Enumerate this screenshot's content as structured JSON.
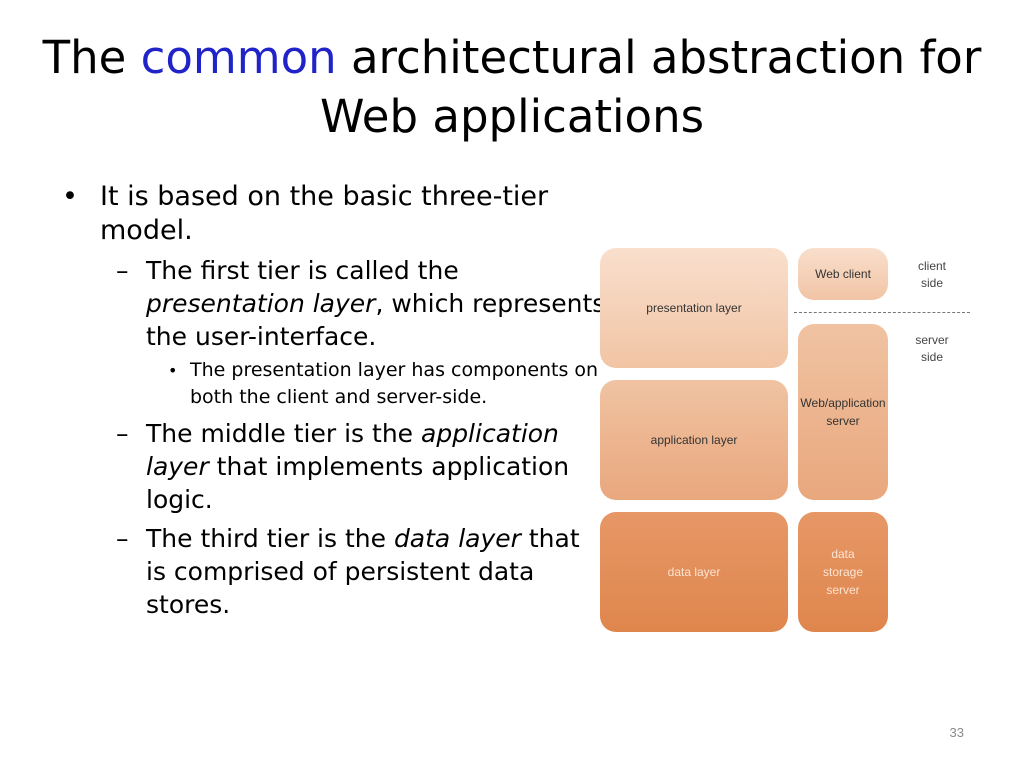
{
  "slide": {
    "title_pre": "The ",
    "title_accent": "common",
    "title_post": " architectural abstraction for Web applications",
    "page_number": "33"
  },
  "bullets": {
    "main": "It is based on the basic three-tier  model.",
    "tier1_pre": "The first tier is called the ",
    "tier1_em": "presentation layer",
    "tier1_post": ", which represents the user-interface.",
    "tier1_sub": "The presentation layer has components on both the client and server-side.",
    "tier2_pre": "The middle tier is the ",
    "tier2_em": "application layer",
    "tier2_post": " that implements application logic.",
    "tier3_pre": "The third tier is the ",
    "tier3_em": "data layer",
    "tier3_post": " that is comprised of persistent data stores."
  },
  "diagram": {
    "presentation_layer": "presentation layer",
    "application_layer": "application layer",
    "data_layer": "data layer",
    "web_client": "Web client",
    "web_app_server_line1": "Web/application",
    "web_app_server_line2": "server",
    "data_storage_line1": "data",
    "data_storage_line2": "storage",
    "data_storage_line3": "server",
    "client_side_line1": "client",
    "client_side_line2": "side",
    "server_side_line1": "server",
    "server_side_line2": "side"
  }
}
